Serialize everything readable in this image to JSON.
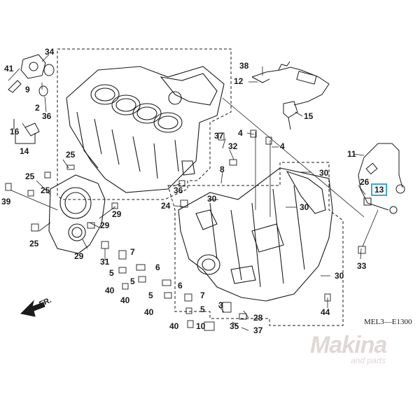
{
  "diagram": {
    "callouts": [
      {
        "id": "c41",
        "label": "41"
      },
      {
        "id": "c34",
        "label": "34"
      },
      {
        "id": "c9",
        "label": "9"
      },
      {
        "id": "c2",
        "label": "2"
      },
      {
        "id": "c36a",
        "label": "36"
      },
      {
        "id": "c16",
        "label": "16"
      },
      {
        "id": "c14",
        "label": "14"
      },
      {
        "id": "c25a",
        "label": "25"
      },
      {
        "id": "c25b",
        "label": "25"
      },
      {
        "id": "c25c",
        "label": "25"
      },
      {
        "id": "c39",
        "label": "39"
      },
      {
        "id": "c25d",
        "label": "25"
      },
      {
        "id": "c29a",
        "label": "29"
      },
      {
        "id": "c29b",
        "label": "29"
      },
      {
        "id": "c29c",
        "label": "29"
      },
      {
        "id": "c31",
        "label": "31"
      },
      {
        "id": "c7a",
        "label": "7"
      },
      {
        "id": "c5a",
        "label": "5"
      },
      {
        "id": "c40a",
        "label": "40"
      },
      {
        "id": "c6a",
        "label": "6"
      },
      {
        "id": "c6b",
        "label": "6"
      },
      {
        "id": "c5b",
        "label": "5"
      },
      {
        "id": "c40b",
        "label": "40"
      },
      {
        "id": "c7b",
        "label": "7"
      },
      {
        "id": "c5c",
        "label": "5"
      },
      {
        "id": "c40c",
        "label": "40"
      },
      {
        "id": "c10",
        "label": "10"
      },
      {
        "id": "c38",
        "label": "38"
      },
      {
        "id": "c12",
        "label": "12"
      },
      {
        "id": "c15",
        "label": "15"
      },
      {
        "id": "c37a",
        "label": "37"
      },
      {
        "id": "c4a",
        "label": "4"
      },
      {
        "id": "c32",
        "label": "32"
      },
      {
        "id": "c4b",
        "label": "4"
      },
      {
        "id": "c8",
        "label": "8"
      },
      {
        "id": "c30a",
        "label": "30"
      },
      {
        "id": "c36b",
        "label": "36"
      },
      {
        "id": "c24",
        "label": "24"
      },
      {
        "id": "c30b",
        "label": "30"
      },
      {
        "id": "c11",
        "label": "11"
      },
      {
        "id": "c26",
        "label": "26"
      },
      {
        "id": "c13",
        "label": "13"
      },
      {
        "id": "c33",
        "label": "33"
      },
      {
        "id": "c30c",
        "label": "30"
      },
      {
        "id": "c30d",
        "label": "30"
      },
      {
        "id": "c44",
        "label": "44"
      },
      {
        "id": "c3",
        "label": "3"
      },
      {
        "id": "c28",
        "label": "28"
      },
      {
        "id": "c35",
        "label": "35"
      },
      {
        "id": "c37b",
        "label": "37"
      }
    ],
    "highlighted_part": "13",
    "part_code": "MEL3—E1300",
    "direction_label": "FR.",
    "accent_color": "#39a9d6",
    "line_color": "#1a1a1a"
  },
  "watermark": {
    "brand": "Makina",
    "sub": "and parts",
    "color": "#c8b8b8"
  }
}
